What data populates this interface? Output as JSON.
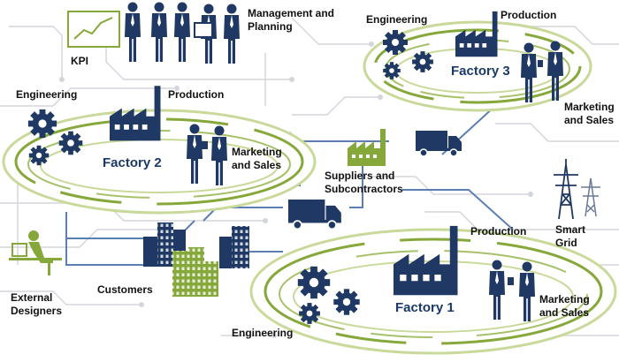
{
  "colors": {
    "navy": "#1f3864",
    "green": "#86a83a",
    "green_light": "#c9d99a",
    "circuit": "#d3d6dc",
    "blue_line": "#5b7fb5"
  },
  "top": {
    "kpi_label": "KPI",
    "management_line1": "Management and",
    "management_line2": "Planning"
  },
  "factory2": {
    "name": "Factory 2",
    "engineering": "Engineering",
    "production": "Production",
    "marketing_line1": "Marketing",
    "marketing_line2": "and Sales"
  },
  "factory3": {
    "name": "Factory 3",
    "engineering": "Engineering",
    "production": "Production",
    "marketing_line1": "Marketing",
    "marketing_line2": "and Sales"
  },
  "factory1": {
    "name": "Factory 1",
    "engineering": "Engineering",
    "production": "Production",
    "marketing_line1": "Marketing",
    "marketing_line2": "and Sales"
  },
  "suppliers": {
    "line1": "Suppliers and",
    "line2": "Subcontractors"
  },
  "customers": {
    "label": "Customers"
  },
  "designers": {
    "line1": "External",
    "line2": "Designers"
  },
  "smart_grid": {
    "line1": "Smart",
    "line2": "Grid"
  },
  "icons": [
    "gear-icon",
    "factory-icon",
    "person-icon",
    "truck-icon",
    "building-icon",
    "power-tower-icon",
    "kpi-chart-icon",
    "designer-icon"
  ]
}
